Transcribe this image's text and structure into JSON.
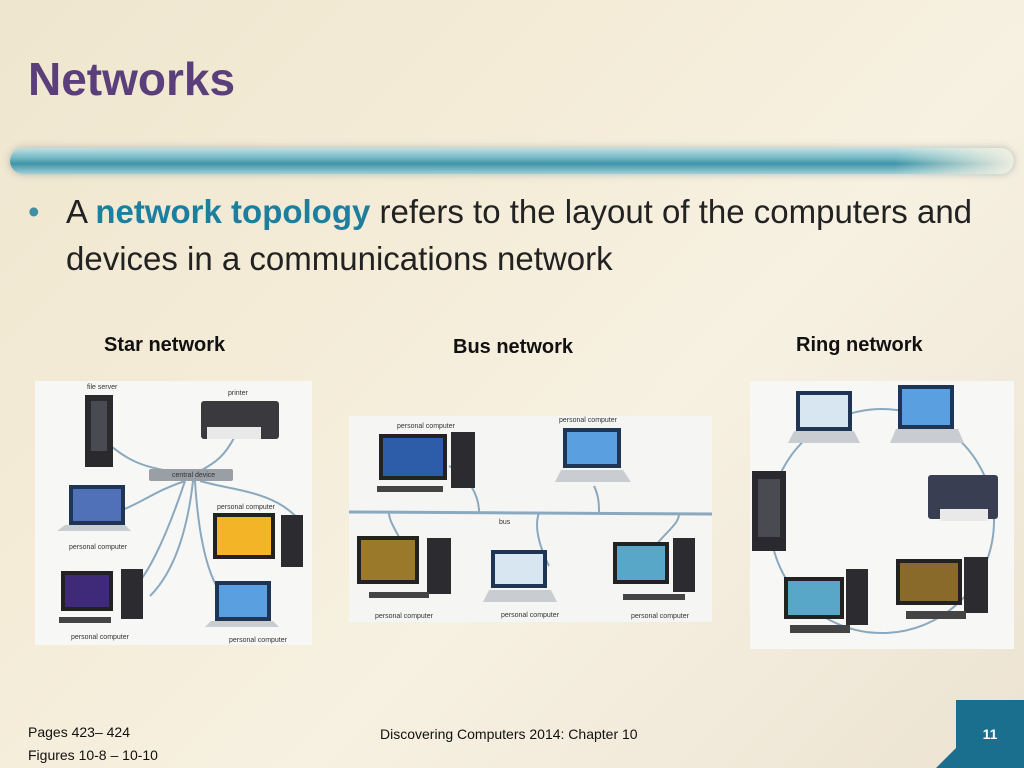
{
  "slide": {
    "title": "Networks",
    "bullet": {
      "prefix": "A ",
      "keyword": "network topology",
      "rest": " refers to the layout of the computers and devices in a communications network"
    }
  },
  "figures": {
    "star": {
      "label": "Star network",
      "captions": {
        "file_server": "file server",
        "printer": "printer",
        "central_device": "central device",
        "pc_left": "personal computer",
        "pc_right": "personal computer",
        "pc_bottom_left": "personal computer",
        "pc_bottom_right": "personal computer"
      }
    },
    "bus": {
      "label": "Bus network",
      "captions": {
        "pc_top_left": "personal computer",
        "pc_top_right": "personal computer",
        "bus": "bus",
        "pc_bottom_left": "personal computer",
        "pc_bottom_mid": "personal computer",
        "pc_bottom_right": "personal computer"
      }
    },
    "ring": {
      "label": "Ring network"
    }
  },
  "footer": {
    "pages": "Pages 423– 424",
    "figures": "Figures 10-8 – 10-10",
    "center": "Discovering Computers 2014: Chapter 10",
    "page_number": "11"
  },
  "colors": {
    "title": "#5b3f7a",
    "keyword": "#1d7fa0",
    "accent_box": "#1a6e8e"
  }
}
